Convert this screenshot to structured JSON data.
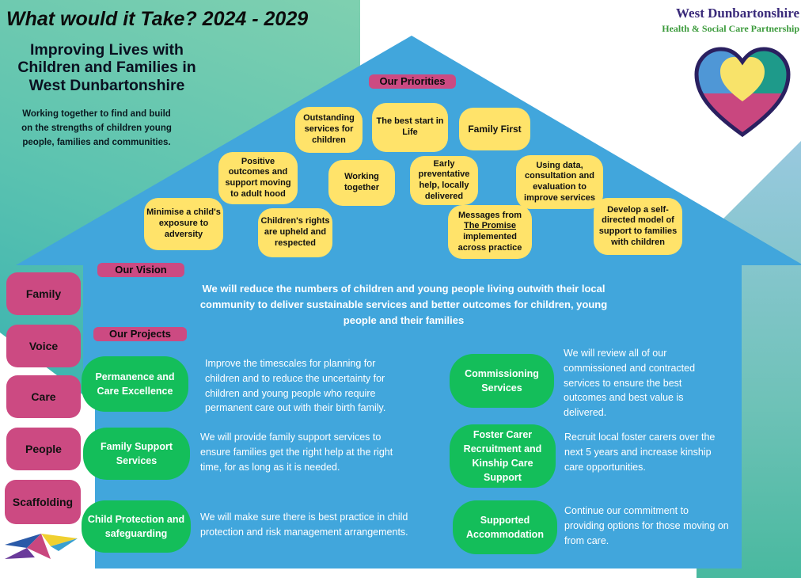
{
  "header": {
    "title": "What would it Take? 2024 - 2029",
    "subtitle": "Improving Lives with Children and Families in West Dunbartonshire",
    "intro": "Working together to find and build on the strengths of children young people, families and communities."
  },
  "org": {
    "name": "West Dunbartonshire",
    "partnership": "Health & Social Care Partnership"
  },
  "priorities": {
    "label": "Our Priorities",
    "items": [
      "Outstanding services for children",
      "The best start in Life",
      "Family First",
      "Positive outcomes and support moving to adult hood",
      "Working together",
      "Early preventative help, locally delivered",
      "Using data, consultation and evaluation to improve services",
      "Minimise a child's exposure to adversity",
      "Children's rights are upheld and respected",
      "Messages from",
      "The Promise",
      "implemented across practice",
      "Develop a self-directed model of support to families with children"
    ]
  },
  "vision": {
    "label": "Our Vision",
    "text": "We will reduce the numbers of children and young people living outwith their local community to deliver sustainable services and better outcomes for children, young people and their families"
  },
  "projects": {
    "label": "Our Projects",
    "items": [
      {
        "title": "Permanence and Care Excellence",
        "text": "Improve the timescales for planning for children and to reduce the uncertainty for children and young people who require permanent care out with their birth family."
      },
      {
        "title": "Family Support Services",
        "text": "We will provide family support services to ensure families get the right help at the right time, for as long as it is needed."
      },
      {
        "title": "Child Protection and safeguarding",
        "text": "We will make sure there is best practice in child protection and risk management arrangements."
      },
      {
        "title": "Commissioning Services",
        "text": "We will review all of our commissioned and contracted services to ensure the best outcomes and best value is delivered."
      },
      {
        "title": "Foster Carer Recruitment and Kinship Care Support",
        "text": "Recruit local foster carers over the next 5 years and increase kinship care opportunities."
      },
      {
        "title": "Supported Accommodation",
        "text": "Continue our commitment to providing options for those moving on from care."
      }
    ]
  },
  "values": [
    "Family",
    "Voice",
    "Care",
    "People",
    "Scaffolding"
  ],
  "colors": {
    "house_blue": "#41a6dc",
    "project_green": "#14be5a",
    "priority_yellow": "#ffe36a",
    "label_pink": "#cc4a82"
  }
}
